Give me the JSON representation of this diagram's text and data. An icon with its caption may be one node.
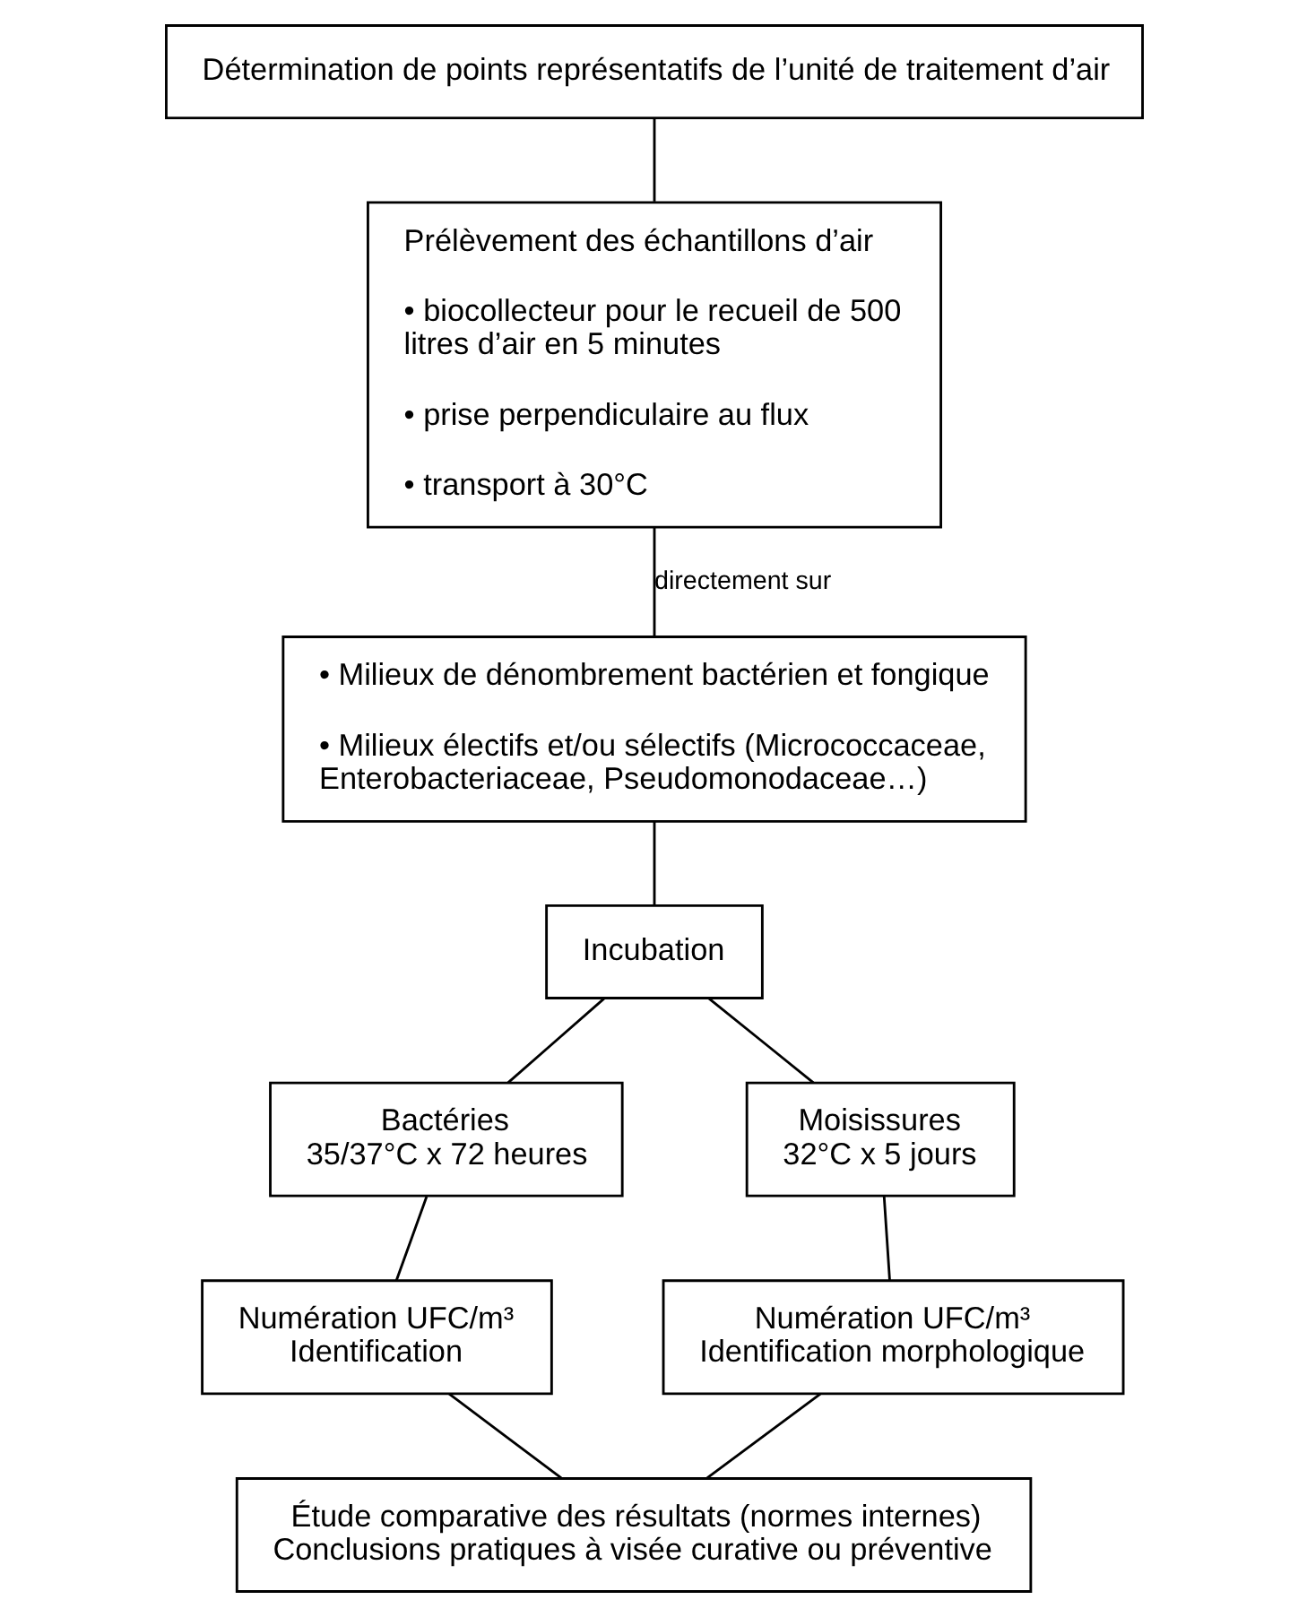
{
  "diagram": {
    "nodes": [
      {
        "text": [
          "Détermination de points représentatifs de l’unité de traitement d’air"
        ]
      },
      {
        "text": [
          "Prélèvement des échantillons d’air",
          "• biocollecteur pour le recueil de 500 litres d’air en 5 minutes",
          "• prise perpendiculaire au flux",
          "• transport à 30°C"
        ]
      },
      {
        "text": [
          "• Milieux de dénombrement bactérien et fongique",
          "• Milieux électifs et/ou sélectifs (Micrococcaceae, Enterobacteriaceae, Pseudomonodaceae…)"
        ]
      },
      {
        "text": [
          "Incubation"
        ]
      },
      {
        "text": [
          "Bactéries",
          "35/37°C x 72 heures"
        ]
      },
      {
        "text": [
          "Moisissures",
          "32°C x 5 jours"
        ]
      },
      {
        "text": [
          "Numération UFC/m³",
          "Identification"
        ]
      },
      {
        "text": [
          "Numération UFC/m³",
          "Identification morphologique"
        ]
      },
      {
        "text": [
          "Étude comparative des résultats (normes internes)",
          "Conclusions pratiques à visée curative ou préventive"
        ]
      }
    ],
    "edges": [
      {
        "from": 0,
        "to": 1,
        "arrow": "none"
      },
      {
        "from": 1,
        "to": 2,
        "arrow": "none",
        "label": "directement sur"
      },
      {
        "from": 2,
        "to": 3,
        "arrow": "none"
      },
      {
        "from": 3,
        "to": 4,
        "arrow": "none"
      },
      {
        "from": 3,
        "to": 5,
        "arrow": "none"
      },
      {
        "from": 4,
        "to": 6,
        "arrow": "none"
      },
      {
        "from": 5,
        "to": 7,
        "arrow": "none"
      },
      {
        "from": 6,
        "to": 8,
        "arrow": "none"
      },
      {
        "from": 7,
        "to": 8,
        "arrow": "none"
      }
    ]
  }
}
